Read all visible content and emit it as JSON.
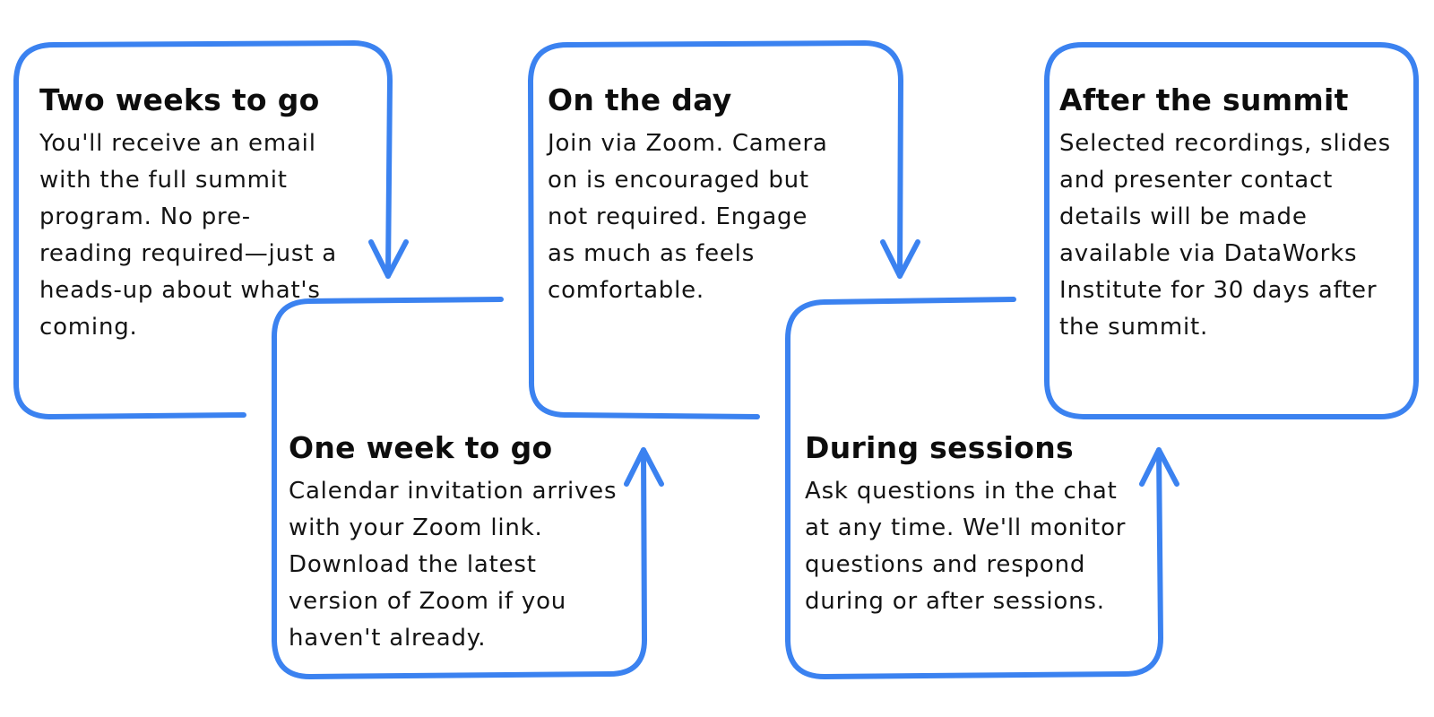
{
  "colors": {
    "stroke": "#3b82f0",
    "heading": "#0d0d0d",
    "body": "#141414",
    "background": "#ffffff"
  },
  "steps": [
    {
      "title": "Two weeks to go",
      "body": "You'll receive an email with the full summit program. No pre-reading required—just a heads-up about what's coming."
    },
    {
      "title": "One week to go",
      "body": "Calendar invitation arrives with your Zoom link. Download the latest version of Zoom if you haven't already."
    },
    {
      "title": "On the day",
      "body": "Join via Zoom. Camera on is encouraged but not required. Engage as much as feels comfortable."
    },
    {
      "title": "During sessions",
      "body": "Ask questions in the chat at any time. We'll monitor questions and respond during or after sessions."
    },
    {
      "title": "After the summit",
      "body": "Selected recordings, slides and presenter contact details will be made available via DataWorks Institute for 30 days after the summit."
    }
  ]
}
